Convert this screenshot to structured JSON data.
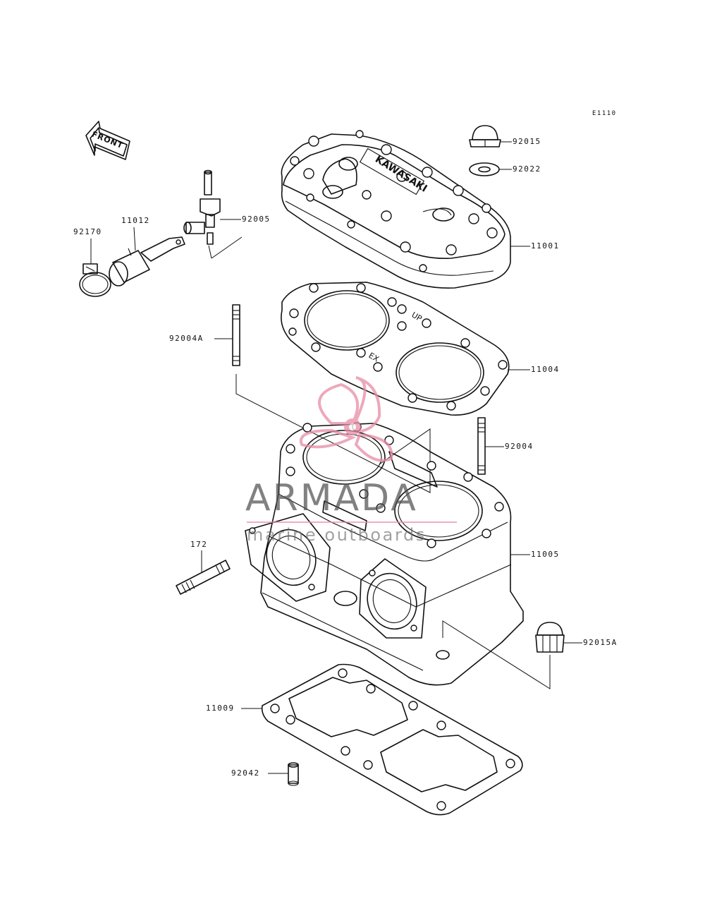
{
  "diagram_code": "E1110",
  "front_label": "FRONT",
  "parts": {
    "p92015": "92015",
    "p92022": "92022",
    "p92005": "92005",
    "p11012": "11012",
    "p92170": "92170",
    "p11001": "11001",
    "p92004A": "92004A",
    "p11004": "11004",
    "p92004": "92004",
    "p172": "172",
    "p11005": "11005",
    "p92015A": "92015A",
    "p11009": "11009",
    "p92042": "92042"
  },
  "gasket_marks": {
    "up": "UP",
    "ex": "EX"
  },
  "head_brand": "KAWASAKI",
  "watermark": {
    "brand": "ARMADA",
    "tagline": "marine outboards",
    "accent_color": "#e88ca5"
  }
}
